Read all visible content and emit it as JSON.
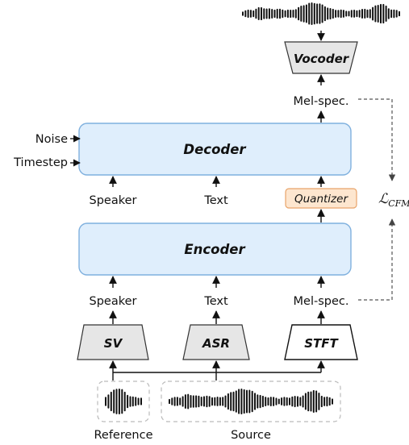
{
  "top_module": {
    "label": "Vocoder"
  },
  "decoder": {
    "label": "Decoder"
  },
  "encoder": {
    "label": "Encoder"
  },
  "quantizer": {
    "label": "Quantizer"
  },
  "side_inputs": {
    "noise": "Noise",
    "timestep": "Timestep"
  },
  "decoder_inputs": {
    "speaker": "Speaker",
    "text": "Text"
  },
  "encoder_inputs": {
    "speaker": "Speaker",
    "text": "Text",
    "mel": "Mel-spec."
  },
  "decoder_output": {
    "mel": "Mel-spec."
  },
  "loss": {
    "symbol": "ℒ",
    "subscript": "CFM"
  },
  "front_end": {
    "sv": "SV",
    "asr": "ASR",
    "stft": "STFT"
  },
  "audio": {
    "reference": "Reference",
    "source": "Source"
  },
  "colors": {
    "block_fill": "#dfeefc",
    "block_stroke": "#7fb0de",
    "quantizer_fill": "#fde6cf",
    "quantizer_stroke": "#e8a46a",
    "module_fill": "#e6e6e6",
    "wave": "#111111",
    "dashed": "#555555"
  }
}
